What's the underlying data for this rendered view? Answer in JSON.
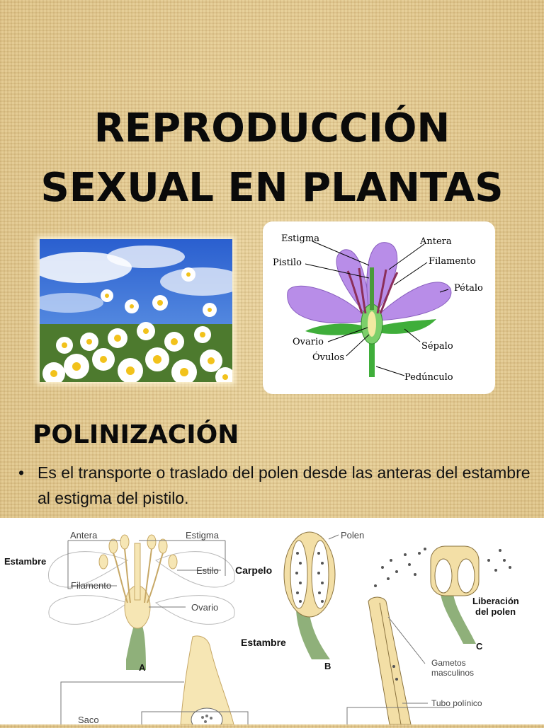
{
  "title": {
    "line1": "REPRODUCCIÓN",
    "line2": "SEXUAL EN PLANTAS"
  },
  "flower_labels": {
    "estigma": "Estigma",
    "antera": "Antera",
    "pistilo": "Pistilo",
    "filamento": "Filamento",
    "petalo": "Pétalo",
    "ovario": "Ovario",
    "sepalo": "Sépalo",
    "ovulos": "Óvulos",
    "pedunculo": "Pedúnculo"
  },
  "section": {
    "heading": "POLINIZACIÓN",
    "bullet_symbol": "•",
    "bullet_text": "Es el transporte o traslado del polen desde las anteras del estambre al estigma del pistilo."
  },
  "diagram_labels": {
    "antera": "Antera",
    "estigma": "Estigma",
    "estambre_left": "Estambre",
    "estilo": "Estilo",
    "carpelo": "Carpelo",
    "filamento": "Filamento",
    "ovario": "Ovario",
    "letter_a": "A",
    "polen": "Polen",
    "estambre_mid": "Estambre",
    "letter_b": "B",
    "liberacion_1": "Liberación",
    "liberacion_2": "del polen",
    "letter_c": "C",
    "gametos_1": "Gametos",
    "gametos_2": "masculinos",
    "tubo": "Tubo polínico",
    "saco": "Saco"
  },
  "colors": {
    "petal_purple": "#b88de8",
    "sepal_green": "#3fae3a",
    "sky_blue": "#2f6fd6",
    "daisy_yellow": "#f2c21b",
    "stem_green": "#7fa36a",
    "anther_tan": "#f3dfa6"
  }
}
